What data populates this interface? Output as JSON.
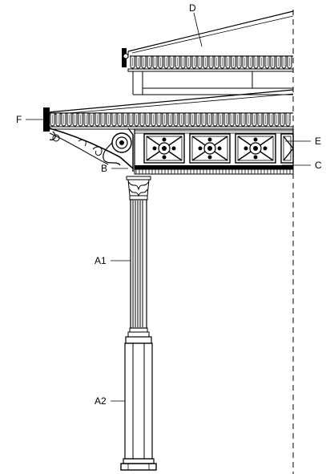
{
  "labels": {
    "a1": "A1",
    "a2": "A2",
    "b": "B",
    "c": "C",
    "d": "D",
    "e": "E",
    "f": "F"
  },
  "colors": {
    "ink": "#000000",
    "background": "#ffffff"
  }
}
